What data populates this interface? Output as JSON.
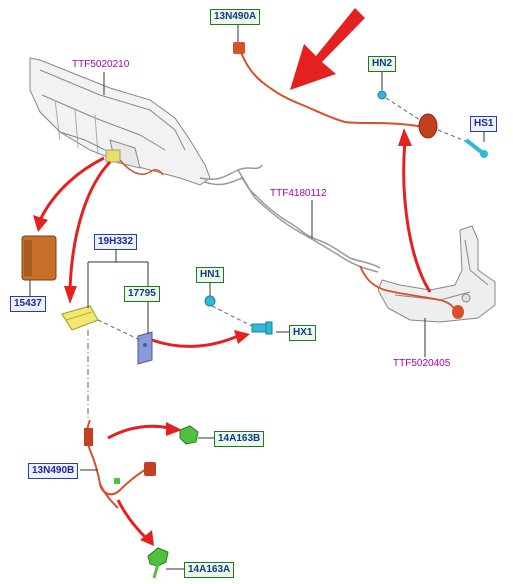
{
  "labels": {
    "13N490A": "13N490A",
    "HN2": "HN2",
    "HS1": "HS1",
    "TTF5020210": "TTF5020210",
    "TTF4180112": "TTF4180112",
    "19H332": "19H332",
    "17795": "17795",
    "HN1": "HN1",
    "HX1": "HX1",
    "15437": "15437",
    "TTF5020405": "TTF5020405",
    "14A163B": "14A163B",
    "13N490B": "13N490B",
    "14A163A": "14A163A"
  },
  "colors": {
    "part_label_green_border": "#1f7a1f",
    "part_label_blue_border": "#2a3fa8",
    "reference_text": "#b000b0",
    "arrow_red": "#e52020",
    "harness_orange": "#d8502a",
    "connector_yellow": "#e8e060",
    "fastener_cyan": "#30b8d8",
    "clip_green": "#50c040",
    "module_orange": "#c8702a"
  },
  "icons": [
    "red-arrow-icon",
    "harness-icon",
    "connector-icon",
    "bolt-icon",
    "nut-icon",
    "bracket-icon",
    "clip-icon",
    "module-icon"
  ]
}
